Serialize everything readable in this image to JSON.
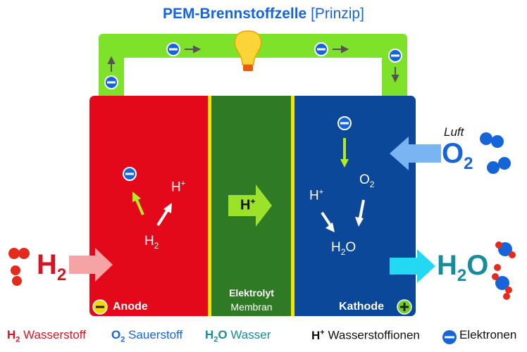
{
  "title": {
    "bold": "PEM-Brennstoffzelle",
    "light": "[Prinzip]"
  },
  "cell": {
    "anode_label": "Anode",
    "cathode_label": "Kathode",
    "electrolyte_label": "Elektrolyt",
    "membrane_label": "Membran"
  },
  "species": {
    "h2_base": "H",
    "h2_sub": "2",
    "hplus_base": "H",
    "hplus_sup": "+",
    "o2_base": "O",
    "o2_sub": "2",
    "h2o_h": "H",
    "h2o_sub": "2",
    "h2o_o": "O",
    "air_label": "Luft"
  },
  "legend": {
    "h2_formula": "H",
    "h2_sub": "2",
    "h2_text": "Wasserstoff",
    "o2_formula": "O",
    "o2_sub": "2",
    "o2_text": "Sauerstoff",
    "h2o_h": "H",
    "h2o_sub": "2",
    "h2o_o": "O",
    "h2o_text": "Wasser",
    "hplus_formula": "H",
    "hplus_sup": "+",
    "hplus_text": "Wasserstoffionen",
    "electron_text": "Elektronen"
  },
  "colors": {
    "anode": "#e3091b",
    "membrane": "#2f7a25",
    "cathode": "#0c489a",
    "circuit": "#7ee12a",
    "hydrogen": "#d21624",
    "oxygen": "#1565d8",
    "water": "#188c9c",
    "electron": "#1565d8"
  }
}
